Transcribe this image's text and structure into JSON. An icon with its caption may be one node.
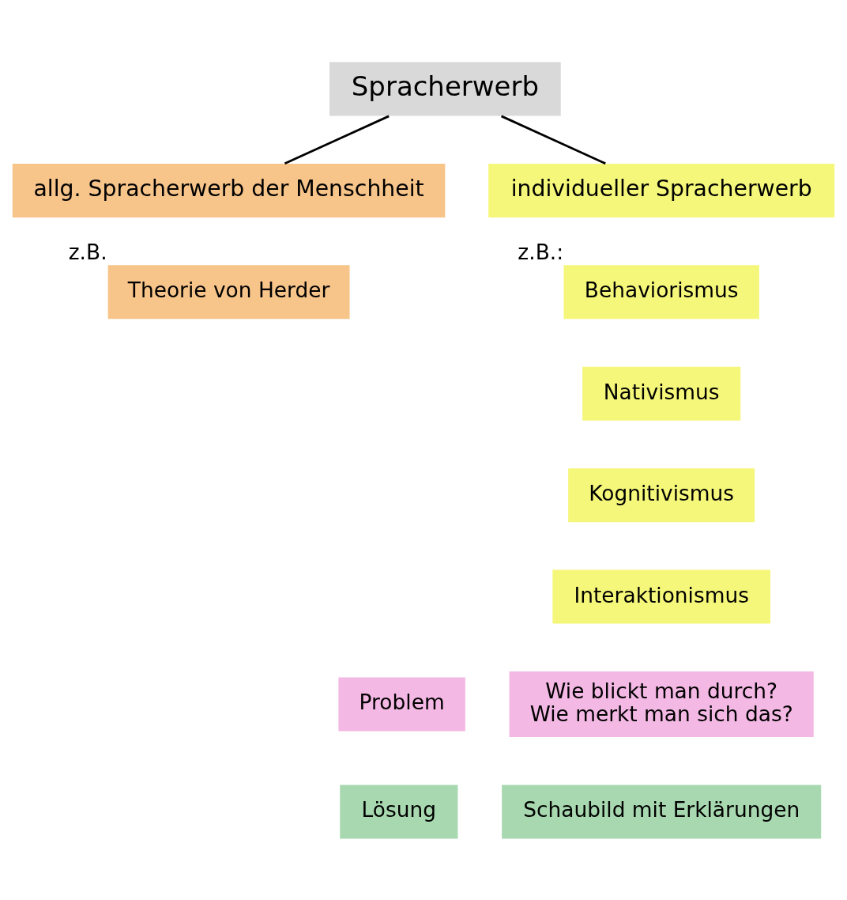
{
  "diagram": {
    "nodes": [
      {
        "text": [
          "Spracherwerb"
        ]
      },
      {
        "text": [
          "allg. Spracherwerb der Menschheit"
        ]
      },
      {
        "text": [
          "individueller Spracherwerb"
        ]
      },
      {
        "text": [
          "Theorie von Herder"
        ],
        "beside": [
          "z.B."
        ]
      },
      {
        "text": [
          "Behaviorismus"
        ],
        "beside": [
          "z.B.:"
        ]
      },
      {
        "text": [
          "Nativismus"
        ]
      },
      {
        "text": [
          "Kognitivismus"
        ]
      },
      {
        "text": [
          "Interaktionismus"
        ]
      },
      {
        "text": [
          "Problem"
        ]
      },
      {
        "text": [
          "Wie blickt man durch?",
          "Wie merkt man sich das?"
        ]
      },
      {
        "text": [
          "Lösung"
        ]
      },
      {
        "text": [
          "Schaubild mit Erklärungen"
        ]
      }
    ],
    "edges": [
      {
        "from": 0,
        "to": 1,
        "arrow": "none"
      },
      {
        "from": 0,
        "to": 2,
        "arrow": "none"
      }
    ]
  }
}
